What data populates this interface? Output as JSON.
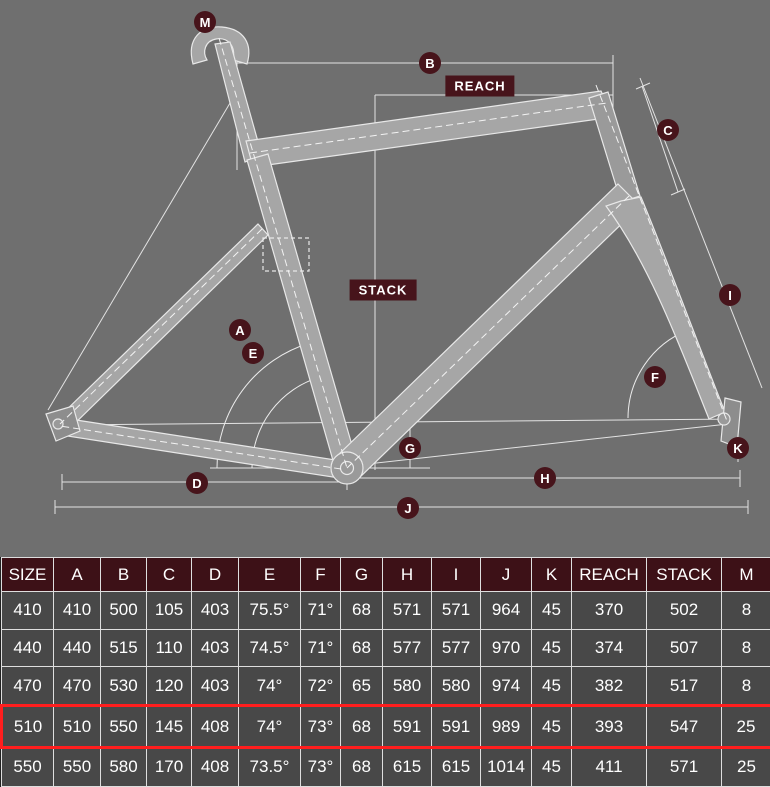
{
  "diagram": {
    "reach_label": "REACH",
    "stack_label": "STACK",
    "markers": {
      "A": "A",
      "B": "B",
      "C": "C",
      "D": "D",
      "E": "E",
      "F": "F",
      "G": "G",
      "H": "H",
      "I": "I",
      "J": "J",
      "K": "K",
      "M": "M"
    }
  },
  "table": {
    "headers": [
      "SIZE",
      "A",
      "B",
      "C",
      "D",
      "E",
      "F",
      "G",
      "H",
      "I",
      "J",
      "K",
      "REACH",
      "STACK",
      "M"
    ],
    "rows": [
      {
        "highlight": false,
        "cells": [
          "410",
          "410",
          "500",
          "105",
          "403",
          "75.5°",
          "71°",
          "68",
          "571",
          "571",
          "964",
          "45",
          "370",
          "502",
          "8"
        ]
      },
      {
        "highlight": false,
        "cells": [
          "440",
          "440",
          "515",
          "110",
          "403",
          "74.5°",
          "71°",
          "68",
          "577",
          "577",
          "970",
          "45",
          "374",
          "507",
          "8"
        ]
      },
      {
        "highlight": false,
        "cells": [
          "470",
          "470",
          "530",
          "120",
          "403",
          "74°",
          "72°",
          "65",
          "580",
          "580",
          "974",
          "45",
          "382",
          "517",
          "8"
        ]
      },
      {
        "highlight": true,
        "cells": [
          "510",
          "510",
          "550",
          "145",
          "408",
          "74°",
          "73°",
          "68",
          "591",
          "591",
          "989",
          "45",
          "393",
          "547",
          "25"
        ]
      },
      {
        "highlight": false,
        "cells": [
          "550",
          "550",
          "580",
          "170",
          "408",
          "73.5°",
          "73°",
          "68",
          "615",
          "615",
          "1014",
          "45",
          "411",
          "571",
          "25"
        ]
      }
    ]
  },
  "colors": {
    "maroon": "#47141b",
    "header_bg": "#3d1117",
    "row_bg": "#484848",
    "highlight_red": "#ff1e1e",
    "diagram_bg": "#6f6f6f",
    "frame_gray": "#a6a6a6",
    "line_white": "#e8e8e8"
  }
}
